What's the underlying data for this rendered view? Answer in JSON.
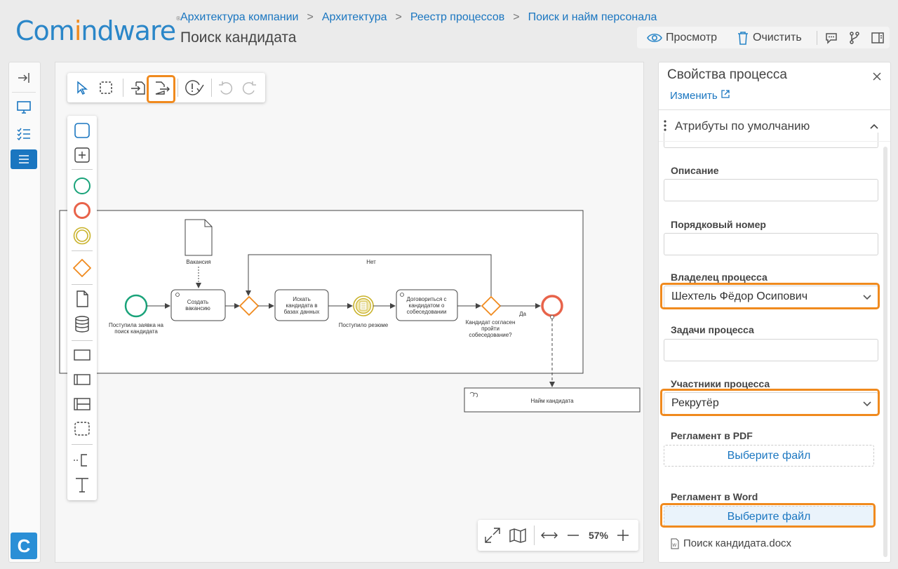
{
  "header": {
    "logo_text": "Comindware",
    "breadcrumbs": [
      "Архитектура компании",
      "Архитектура",
      "Реестр процессов",
      "Поиск и найм персонала"
    ],
    "breadcrumb_separator": ">",
    "title": "Поиск кандидата",
    "view_label": "Просмотр",
    "clear_label": "Очистить"
  },
  "diagram": {
    "document_label": "Вакансия",
    "start_event_label": "Поступила заявка на поиск кандидата",
    "task1_label": "Создать вакансию",
    "no_label": "Нет",
    "task2_label": "Искать кандидата в базах данных",
    "intermediate_label": "Поступило резюме",
    "task3_label": "Договориться с кандидатом о собеседовании",
    "gateway_label": "Кандидат согласен пройти собеседование?",
    "yes_label": "Да",
    "subprocess_label": "Найм кандидата"
  },
  "zoom": {
    "level": "57%"
  },
  "panel": {
    "title": "Свойства процесса",
    "edit_link": "Изменить",
    "section_title": "Атрибуты по умолчанию",
    "description_label": "Описание",
    "description_value": "",
    "order_label": "Порядковый номер",
    "order_value": "",
    "owner_label": "Владелец процесса",
    "owner_value": "Шехтель Фёдор Осипович",
    "tasks_label": "Задачи процесса",
    "tasks_value": "",
    "participants_label": "Участники процесса",
    "participants_value": "Рекрутёр",
    "pdf_label": "Регламент в PDF",
    "pdf_button": "Выберите файл",
    "word_label": "Регламент в Word",
    "word_button": "Выберите файл",
    "word_file": "Поиск кандидата.docx"
  },
  "colors": {
    "accent": "#f08a1e",
    "link": "#1a76c0",
    "start_event": "#1aa37a",
    "end_event": "#e8634a",
    "intermediate_event": "#c9b22a",
    "active_rail": "#1a76c0"
  }
}
